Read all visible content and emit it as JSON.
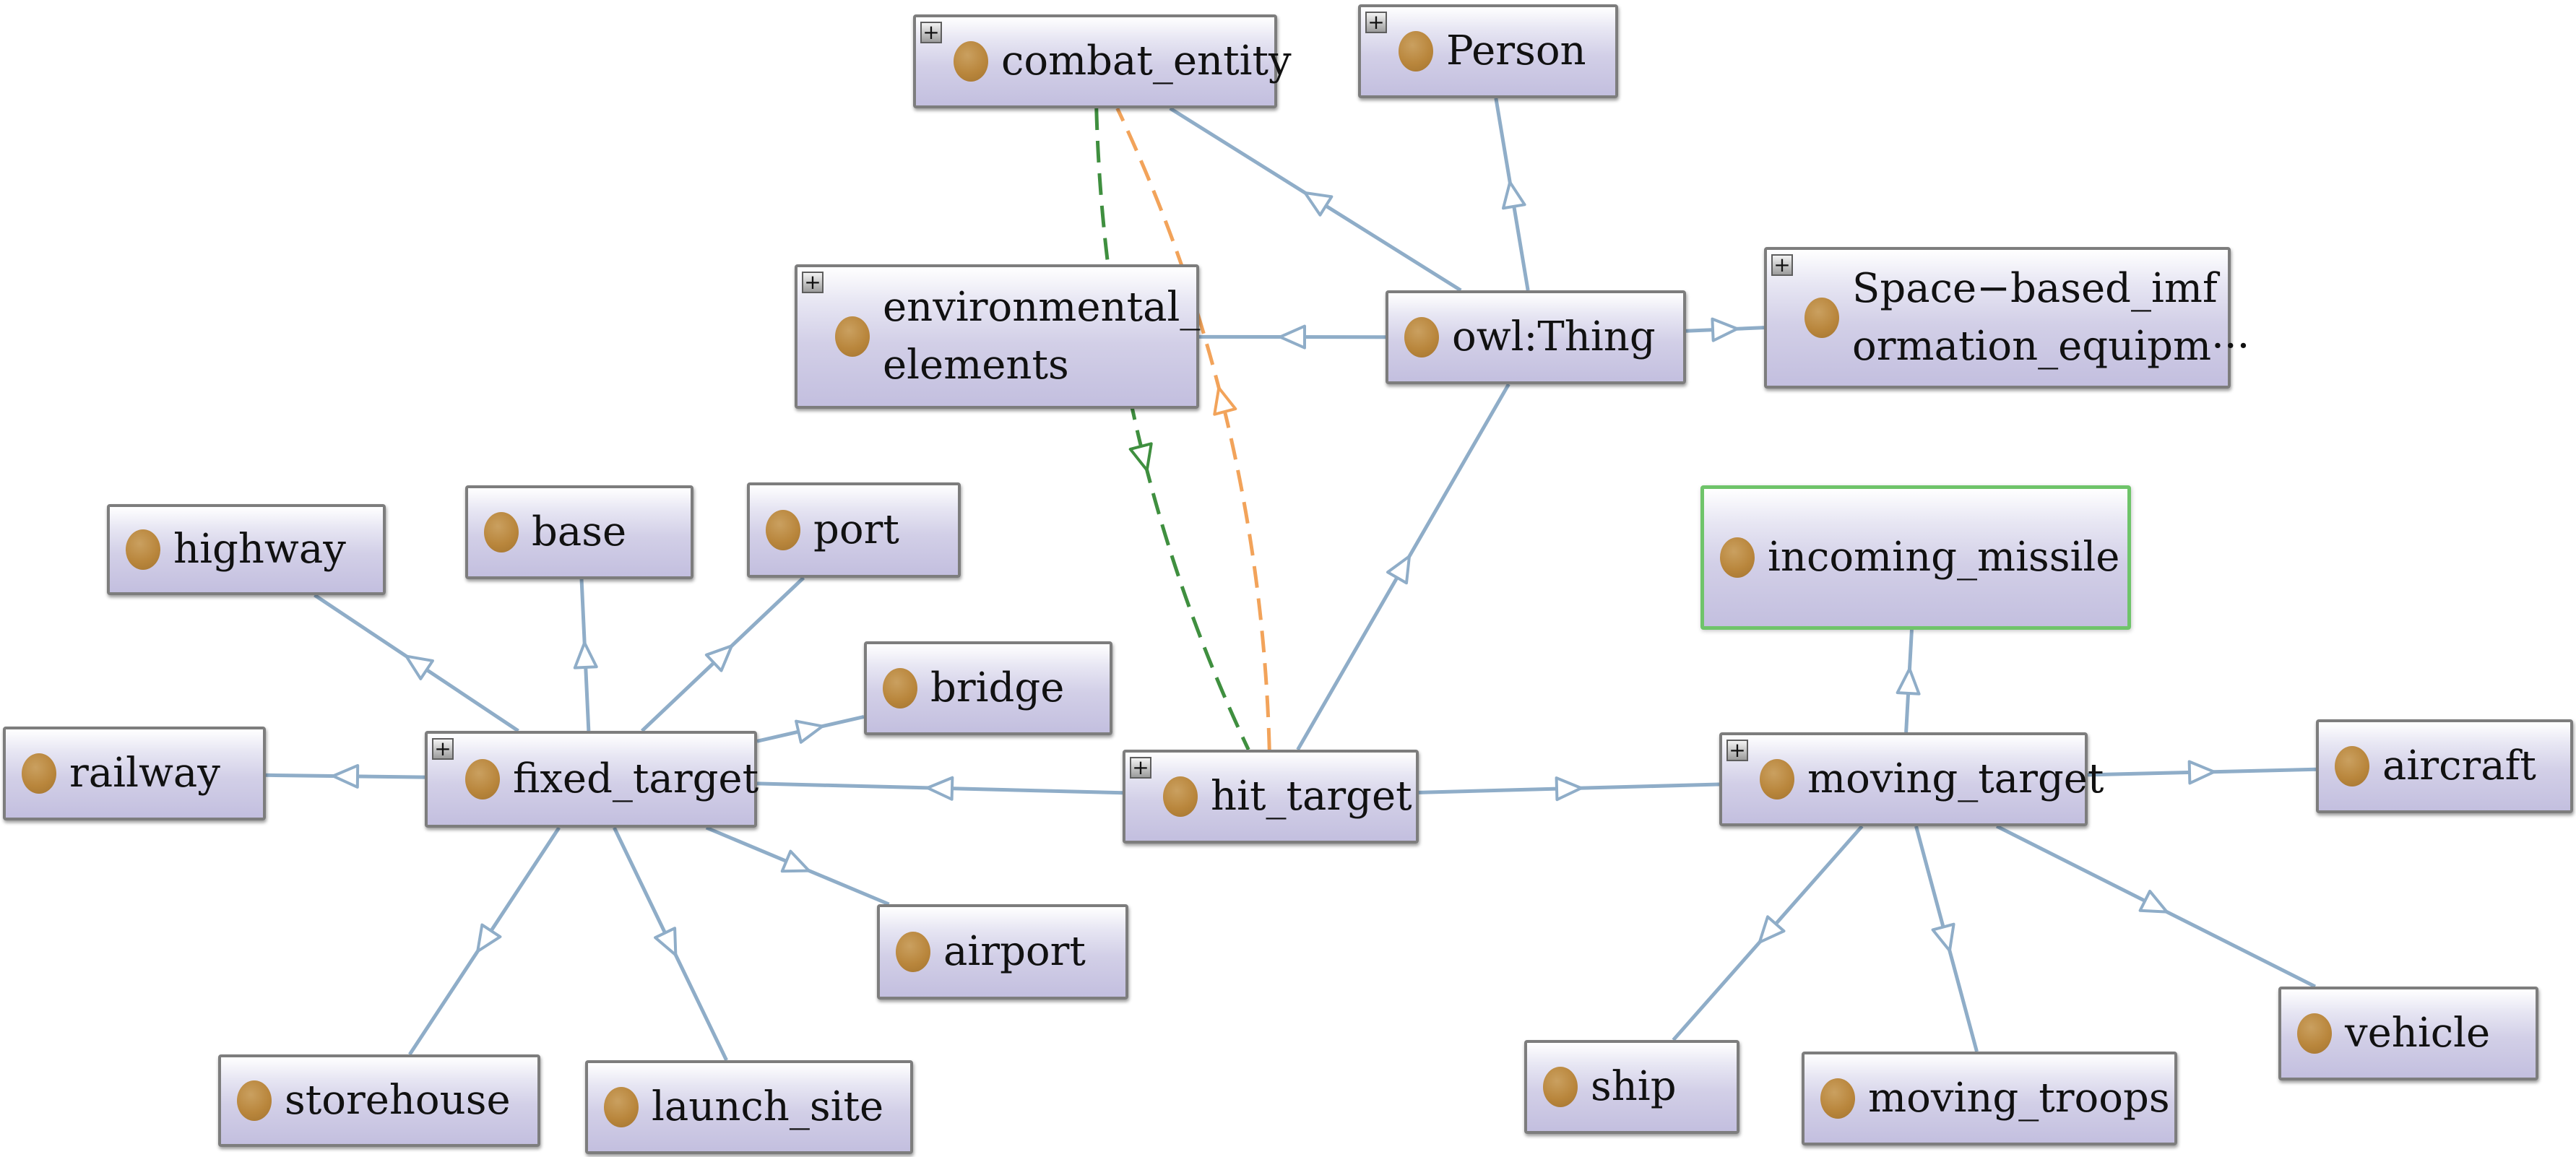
{
  "nodes": {
    "combat_entity": {
      "label": "combat_entity",
      "expandable": true
    },
    "person": {
      "label": "Person",
      "expandable": true
    },
    "environmental_elements": {
      "label": "environmental_elements",
      "lines": [
        "environmental_",
        "elements"
      ],
      "expandable": true
    },
    "owl_thing": {
      "label": "owl:Thing",
      "expandable": false
    },
    "space_based": {
      "label": "Space-based_imformation_equipm…",
      "lines": [
        "Space−based_imf",
        "ormation_equipm···"
      ],
      "expandable": true
    },
    "highway": {
      "label": "highway",
      "expandable": false
    },
    "base": {
      "label": "base",
      "expandable": false
    },
    "port": {
      "label": "port",
      "expandable": false
    },
    "bridge": {
      "label": "bridge",
      "expandable": false
    },
    "railway": {
      "label": "railway",
      "expandable": false
    },
    "fixed_target": {
      "label": "fixed_target",
      "expandable": true
    },
    "airport": {
      "label": "airport",
      "expandable": false
    },
    "storehouse": {
      "label": "storehouse",
      "expandable": false
    },
    "launch_site": {
      "label": "launch_site",
      "expandable": false
    },
    "hit_target": {
      "label": "hit_target",
      "expandable": true
    },
    "incoming_missile": {
      "label": "incoming_missile",
      "expandable": false,
      "highlighted": true
    },
    "moving_target": {
      "label": "moving_target",
      "expandable": true
    },
    "aircraft": {
      "label": "aircraft",
      "expandable": false
    },
    "ship": {
      "label": "ship",
      "expandable": false
    },
    "moving_troops": {
      "label": "moving_troops",
      "expandable": false
    },
    "vehicle": {
      "label": "vehicle",
      "expandable": false
    }
  },
  "edges": [
    {
      "from": "owl_thing",
      "to": "combat_entity",
      "type": "subclass"
    },
    {
      "from": "owl_thing",
      "to": "person",
      "type": "subclass"
    },
    {
      "from": "owl_thing",
      "to": "environmental_elements",
      "type": "subclass"
    },
    {
      "from": "owl_thing",
      "to": "space_based",
      "type": "subclass"
    },
    {
      "from": "hit_target",
      "to": "owl_thing",
      "type": "subclass"
    },
    {
      "from": "hit_target",
      "to": "fixed_target",
      "type": "subclass"
    },
    {
      "from": "hit_target",
      "to": "moving_target",
      "type": "subclass"
    },
    {
      "from": "fixed_target",
      "to": "highway",
      "type": "subclass"
    },
    {
      "from": "fixed_target",
      "to": "base",
      "type": "subclass"
    },
    {
      "from": "fixed_target",
      "to": "port",
      "type": "subclass"
    },
    {
      "from": "fixed_target",
      "to": "bridge",
      "type": "subclass"
    },
    {
      "from": "fixed_target",
      "to": "railway",
      "type": "subclass"
    },
    {
      "from": "fixed_target",
      "to": "airport",
      "type": "subclass"
    },
    {
      "from": "fixed_target",
      "to": "storehouse",
      "type": "subclass"
    },
    {
      "from": "fixed_target",
      "to": "launch_site",
      "type": "subclass"
    },
    {
      "from": "moving_target",
      "to": "incoming_missile",
      "type": "subclass"
    },
    {
      "from": "moving_target",
      "to": "aircraft",
      "type": "subclass"
    },
    {
      "from": "moving_target",
      "to": "ship",
      "type": "subclass"
    },
    {
      "from": "moving_target",
      "to": "moving_troops",
      "type": "subclass"
    },
    {
      "from": "moving_target",
      "to": "vehicle",
      "type": "subclass"
    },
    {
      "from": "combat_entity",
      "to": "hit_target",
      "type": "object-property",
      "color": "#3f8f3f"
    },
    {
      "from": "hit_target",
      "to": "combat_entity",
      "type": "object-property",
      "color": "#f2a35a"
    }
  ],
  "colors": {
    "subclass_edge": "#8fadc8",
    "highlight_border": "#6fc46a",
    "class_dot": "#b9863c"
  }
}
